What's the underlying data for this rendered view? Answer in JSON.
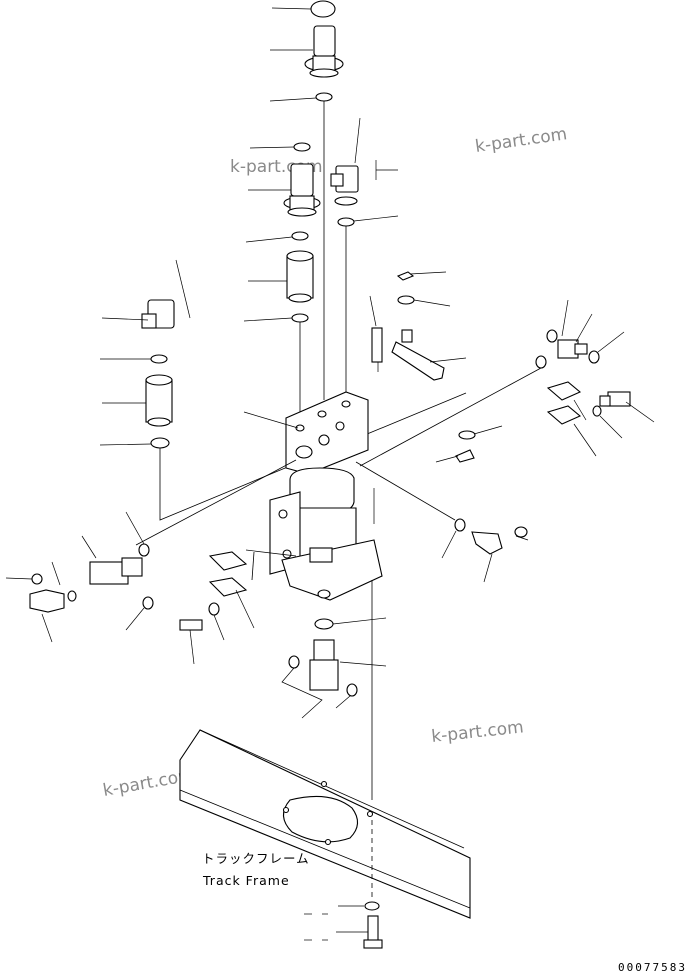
{
  "watermarks": [
    "k-part.com",
    "k-part.com",
    "k-part.com",
    "k-part.com"
  ],
  "frame_label": {
    "japanese": "トラックフレーム",
    "english": "Track Frame"
  },
  "document_number": "00077583"
}
